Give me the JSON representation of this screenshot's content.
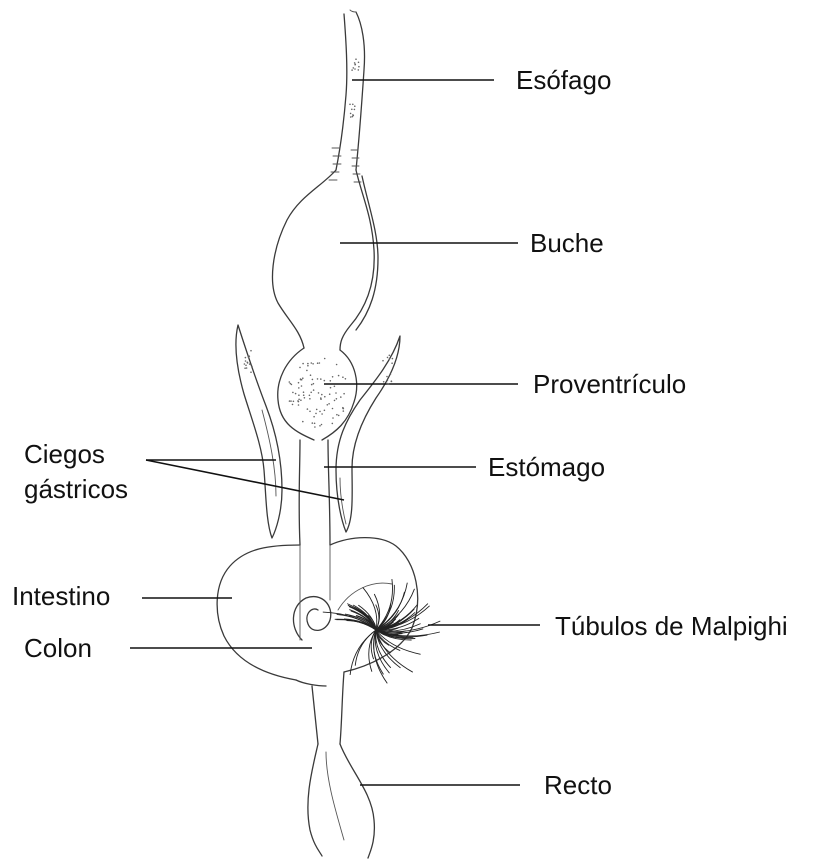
{
  "labels": {
    "esofago": "Esófago",
    "buche": "Buche",
    "proventriculo": "Proventrículo",
    "estomago": "Estómago",
    "ciegos_line1": "Ciegos",
    "ciegos_line2": "gástricos",
    "intestino": "Intestino",
    "tubulos": "Túbulos de Malpighi",
    "colon": "Colon",
    "recto": "Recto"
  }
}
